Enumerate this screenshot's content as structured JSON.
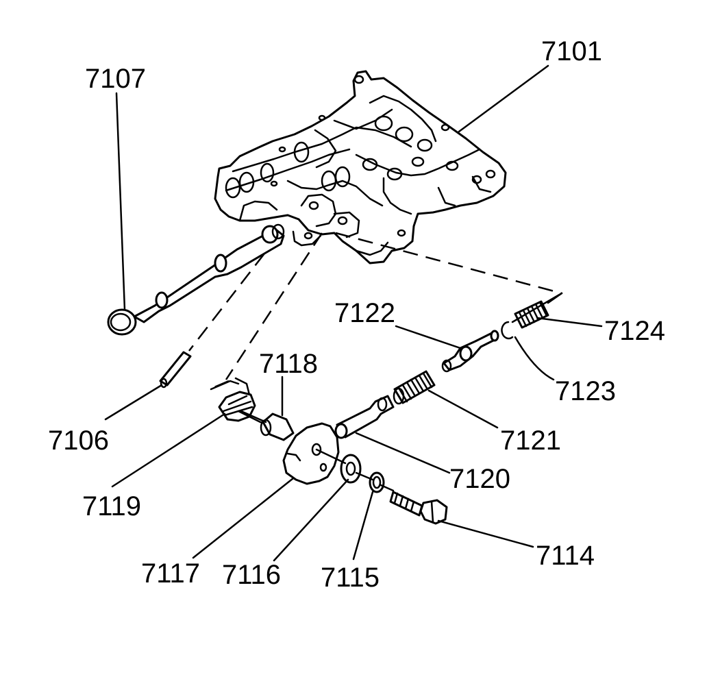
{
  "callouts": [
    {
      "id": "7101",
      "text": "7101"
    },
    {
      "id": "7107",
      "text": "7107"
    },
    {
      "id": "7122",
      "text": "7122"
    },
    {
      "id": "7124",
      "text": "7124"
    },
    {
      "id": "7118",
      "text": "7118"
    },
    {
      "id": "7123",
      "text": "7123"
    },
    {
      "id": "7106",
      "text": "7106"
    },
    {
      "id": "7121",
      "text": "7121"
    },
    {
      "id": "7120",
      "text": "7120"
    },
    {
      "id": "7119",
      "text": "7119"
    },
    {
      "id": "7114",
      "text": "7114"
    },
    {
      "id": "7117",
      "text": "7117"
    },
    {
      "id": "7116",
      "text": "7116"
    },
    {
      "id": "7115",
      "text": "7115"
    }
  ]
}
